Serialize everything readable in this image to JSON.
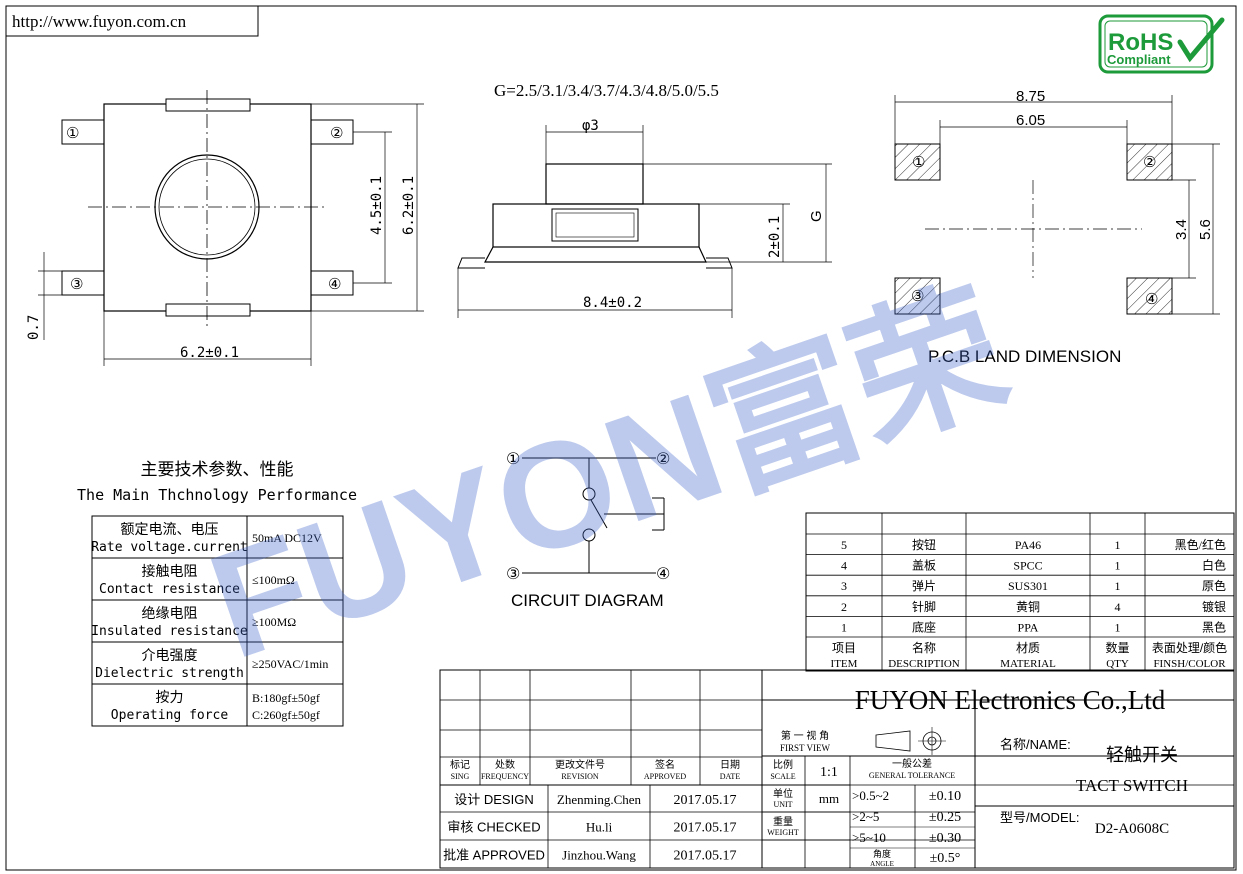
{
  "header": {
    "url": "http://www.fuyon.com.cn"
  },
  "rohs": {
    "line1": "RoHS",
    "line2": "Compliant"
  },
  "watermark": {
    "text": "FUYON富荣"
  },
  "top_view": {
    "pins": [
      "①",
      "②",
      "③",
      "④"
    ],
    "dim_width": "6.2±0.1",
    "dim_pin_pitch": "4.5±0.1",
    "dim_height": "6.2±0.1",
    "dim_lead": "0.7"
  },
  "side_view": {
    "g_values": "G=2.5/3.1/3.4/3.7/4.3/4.8/5.0/5.5",
    "dim_diameter": "φ3",
    "dim_body": "2±0.1",
    "dim_g": "G",
    "dim_length": "8.4±0.2"
  },
  "pcb": {
    "dim_outer": "8.75",
    "dim_inner": "6.05",
    "dim_v_inner": "3.4",
    "dim_v_outer": "5.6",
    "pads": [
      "①",
      "②",
      "③",
      "④"
    ],
    "title": "P.C.B LAND DIMENSION"
  },
  "circuit": {
    "terminals": [
      "①",
      "②",
      "③",
      "④"
    ],
    "title": "CIRCUIT DIAGRAM"
  },
  "performance": {
    "title_cn": "主要技术参数、性能",
    "title_en": "The Main Thchnology Performance",
    "rows": [
      {
        "cn": "额定电流、电压",
        "en": "Rate voltage.current",
        "value": [
          "50mA DC12V"
        ]
      },
      {
        "cn": "接触电阻",
        "en": "Contact resistance",
        "value": [
          "≤100mΩ"
        ]
      },
      {
        "cn": "绝缘电阻",
        "en": "Insulated resistance",
        "value": [
          "≥100MΩ"
        ]
      },
      {
        "cn": "介电强度",
        "en": "Dielectric strength",
        "value": [
          "≥250VAC/1min"
        ]
      },
      {
        "cn": "按力",
        "en": "Operating force",
        "value": [
          "B:180gf±50gf",
          "C:260gf±50gf"
        ]
      }
    ]
  },
  "bom": {
    "rows": [
      [
        "5",
        "按钮",
        "PA46",
        "1",
        "黑色/红色"
      ],
      [
        "4",
        "盖板",
        "SPCC",
        "1",
        "白色"
      ],
      [
        "3",
        "弹片",
        "SUS301",
        "1",
        "原色"
      ],
      [
        "2",
        "针脚",
        "黄铜",
        "4",
        "镀银"
      ],
      [
        "1",
        "底座",
        "PPA",
        "1",
        "黑色"
      ]
    ],
    "header_cn": [
      "项目",
      "名称",
      "材质",
      "数量",
      "表面处理/颜色"
    ],
    "header_en": [
      "ITEM",
      "DESCRIPTION",
      "MATERIAL",
      "QTY",
      "FINSH/COLOR"
    ]
  },
  "title_block": {
    "company": "FUYON Electronics Co.,Ltd",
    "first_view_cn": "第 一 视 角",
    "first_view_en": "FIRST VIEW",
    "rev_cn": [
      "标记",
      "处数",
      "更改文件号",
      "签名",
      "日期"
    ],
    "rev_en": [
      "SING",
      "FREQUENCY",
      "REVISION",
      "APPROVED",
      "DATE"
    ],
    "scale_cn": "比例",
    "scale_en": "SCALE",
    "scale_value": "1:1",
    "tolerance_cn": "一般公差",
    "tolerance_en": "GENERAL TOLERANCE",
    "unit_cn": "单位",
    "unit_en": "UNIT",
    "unit_value": "mm",
    "weight_cn": "重量",
    "weight_en": "WEIGHT",
    "angle_cn": "角度",
    "angle_en": "ANGLE",
    "tolerances": [
      {
        "range": ">0.5~2",
        "value": "±0.10"
      },
      {
        "range": ">2~5",
        "value": "±0.25"
      },
      {
        "range": ">5~10",
        "value": "±0.30"
      }
    ],
    "angle_value": "±0.5°",
    "signatures": [
      {
        "role": "设计 DESIGN",
        "name": "Zhenming.Chen",
        "date": "2017.05.17"
      },
      {
        "role": "审核 CHECKED",
        "name": "Hu.li",
        "date": "2017.05.17"
      },
      {
        "role": "批准 APPROVED",
        "name": "Jinzhou.Wang",
        "date": "2017.05.17"
      }
    ],
    "name_label": "名称/NAME:",
    "name_cn": "轻触开关",
    "name_en": "TACT   SWITCH",
    "model_label": "型号/MODEL:",
    "model_value": "D2-A0608C"
  }
}
